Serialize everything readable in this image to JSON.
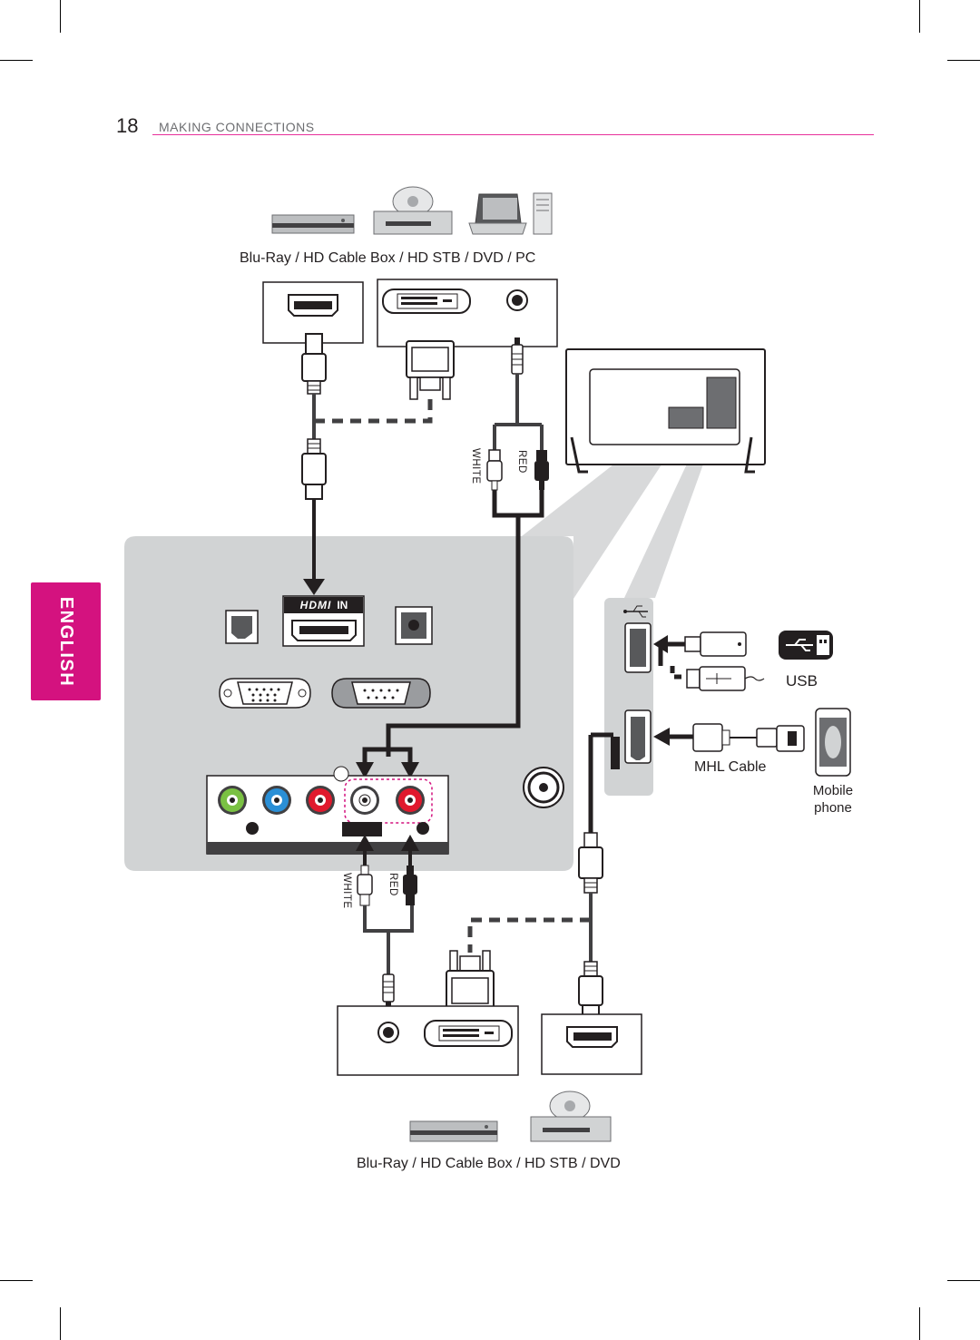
{
  "header": {
    "page_number": "18",
    "section_title": "MAKING CONNECTIONS"
  },
  "language_tab": "ENGLISH",
  "labels": {
    "top_sources": "Blu-Ray / HD Cable Box / HD STB / DVD / PC",
    "bottom_sources": "Blu-Ray / HD Cable Box / HD STB / DVD",
    "usb": "USB",
    "mhl_cable": "MHL Cable",
    "mobile_phone": "Mobile phone",
    "hdmi_in": "IN",
    "hdmi_logo": "HDMI",
    "top_audio_red": "RED",
    "top_audio_white": "WHITE",
    "bottom_audio_red": "RED",
    "bottom_audio_white": "WHITE"
  },
  "colors": {
    "accent_pink": "#d4127f",
    "header_rule": "#e8309a",
    "panel_gray": "#d1d3d4",
    "jack_green": "#7ac143",
    "jack_blue": "#2a8fd6",
    "jack_red": "#e0192d",
    "dashed_highlight": "#d4127f"
  },
  "icons": [
    "blu-ray-player-icon",
    "cable-box-icon",
    "laptop-icon",
    "desktop-tower-icon",
    "tv-icon",
    "usb-drive-icon",
    "usb-symbol-icon",
    "mobile-phone-icon",
    "hdmi-plug-icon",
    "dvi-plug-icon",
    "rca-plug-icon",
    "headphone-plug-icon"
  ]
}
